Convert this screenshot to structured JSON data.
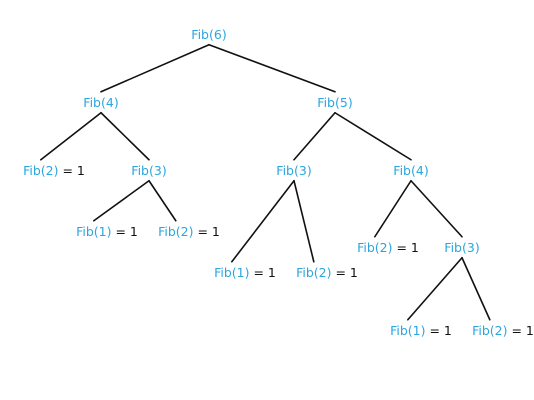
{
  "colors": {
    "function": "#2ba6de",
    "value": "#111111",
    "edge": "#111111"
  },
  "nodes": {
    "n0": {
      "func": "Fib(6)",
      "value": ""
    },
    "n1": {
      "func": "Fib(4)",
      "value": ""
    },
    "n2": {
      "func": "Fib(5)",
      "value": ""
    },
    "n3": {
      "func": "Fib(2)",
      "value": " = 1"
    },
    "n4": {
      "func": "Fib(3)",
      "value": ""
    },
    "n5": {
      "func": "Fib(1)",
      "value": " = 1"
    },
    "n6": {
      "func": "Fib(2)",
      "value": " = 1"
    },
    "n7": {
      "func": "Fib(3)",
      "value": ""
    },
    "n8": {
      "func": "Fib(4)",
      "value": ""
    },
    "n9": {
      "func": "Fib(1)",
      "value": " = 1"
    },
    "n10": {
      "func": "Fib(2)",
      "value": " = 1"
    },
    "n11": {
      "func": "Fib(2)",
      "value": " = 1"
    },
    "n12": {
      "func": "Fib(3)",
      "value": ""
    },
    "n13": {
      "func": "Fib(1)",
      "value": " = 1"
    },
    "n14": {
      "func": "Fib(2)",
      "value": " = 1"
    }
  },
  "edges": [
    [
      "n0",
      "n1"
    ],
    [
      "n0",
      "n2"
    ],
    [
      "n1",
      "n3"
    ],
    [
      "n1",
      "n4"
    ],
    [
      "n4",
      "n5"
    ],
    [
      "n4",
      "n6"
    ],
    [
      "n2",
      "n7"
    ],
    [
      "n2",
      "n8"
    ],
    [
      "n7",
      "n9"
    ],
    [
      "n7",
      "n10"
    ],
    [
      "n8",
      "n11"
    ],
    [
      "n8",
      "n12"
    ],
    [
      "n12",
      "n13"
    ],
    [
      "n12",
      "n14"
    ]
  ]
}
